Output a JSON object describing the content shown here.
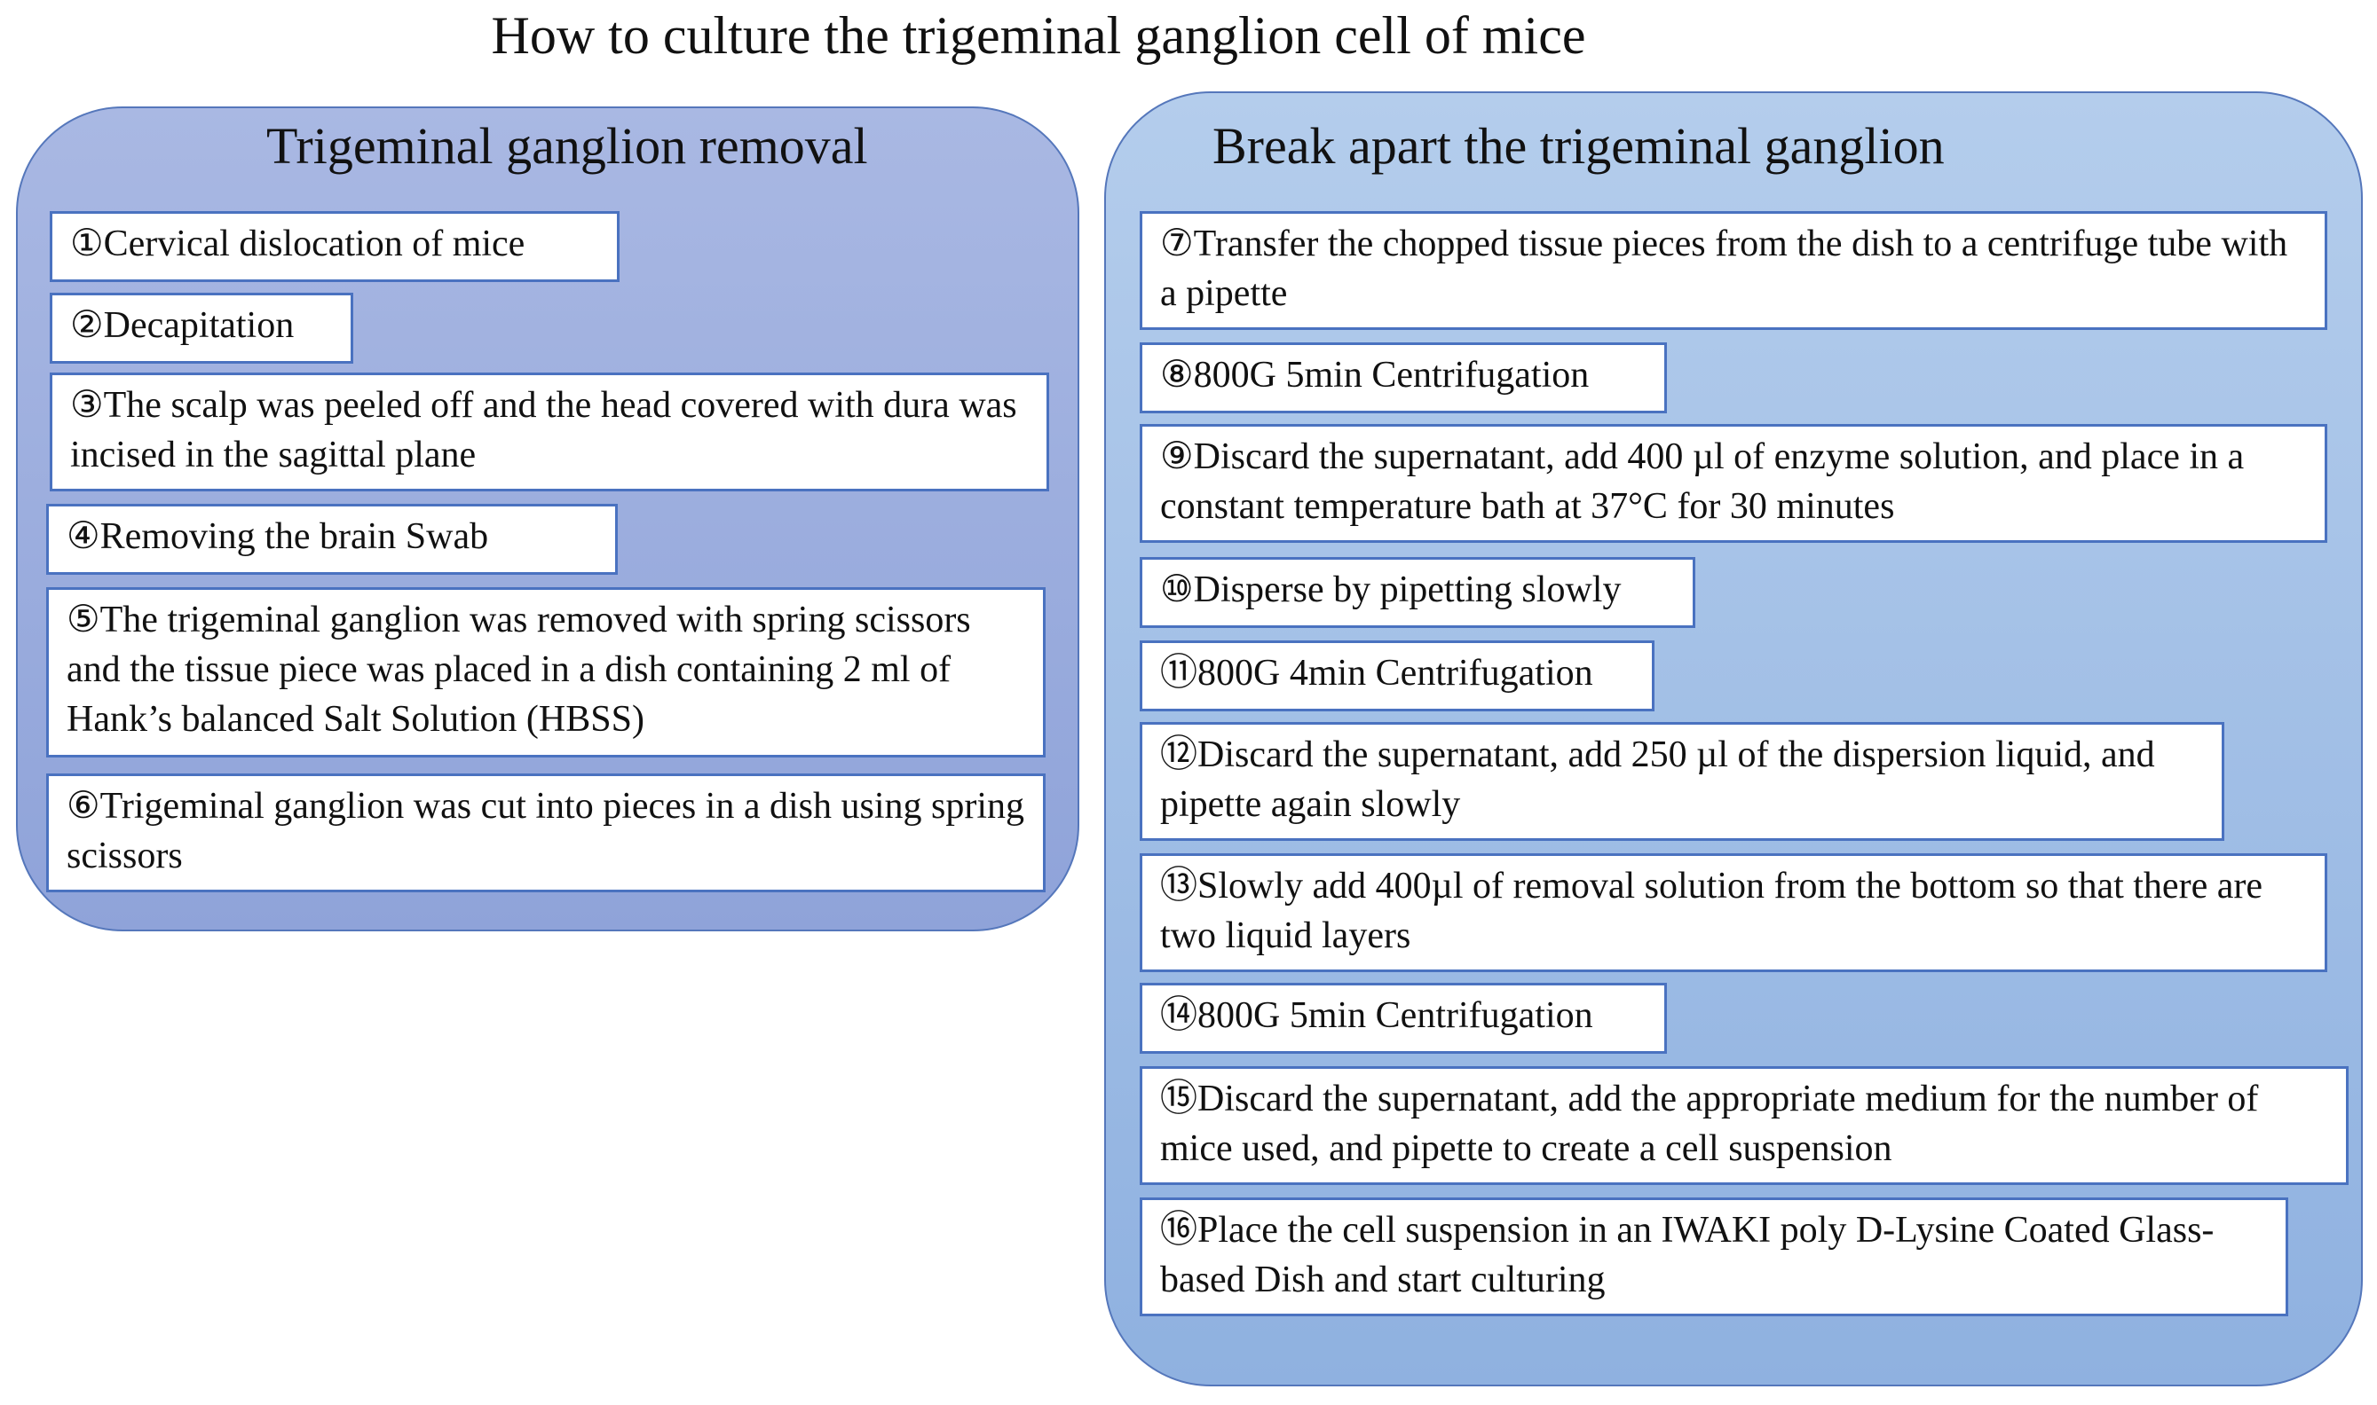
{
  "title": "How to culture the trigeminal ganglion cell of mice",
  "colors": {
    "left_panel": "#9aacdf",
    "right_panel": "#a2c0e8",
    "box_border": "#4a72c0",
    "box_fill": "#ffffff"
  },
  "left": {
    "title": "Trigeminal ganglion removal",
    "steps": [
      "①Cervical dislocation of mice",
      "②Decapitation",
      "③The scalp was peeled off and the head covered with dura was incised in the sagittal plane",
      "④Removing the brain Swab",
      "⑤The trigeminal ganglion was removed with spring scissors and the tissue piece was placed in a dish containing 2 ml of Hank’s balanced Salt Solution (HBSS)",
      "⑥Trigeminal ganglion was cut into pieces in a dish using spring scissors"
    ]
  },
  "right": {
    "title": "Break apart the trigeminal ganglion",
    "steps": [
      "⑦Transfer the chopped tissue pieces from the dish to a centrifuge tube with a pipette",
      "⑧800G 5min Centrifugation",
      "⑨Discard the supernatant, add 400 µl of enzyme solution, and place in a constant temperature bath at 37°C for 30 minutes",
      "⑩Disperse by pipetting slowly",
      "⑪800G 4min Centrifugation",
      "⑫Discard the supernatant, add 250 µl of the dispersion liquid, and pipette again slowly",
      "⑬Slowly add 400µl of removal solution from the bottom so that there are two liquid layers",
      "⑭800G 5min Centrifugation",
      "⑮Discard the supernatant, add the appropriate medium for the number of mice used, and pipette to create a cell suspension",
      "⑯Place the cell suspension in an IWAKI poly D-Lysine Coated Glass-based Dish and start culturing"
    ]
  }
}
